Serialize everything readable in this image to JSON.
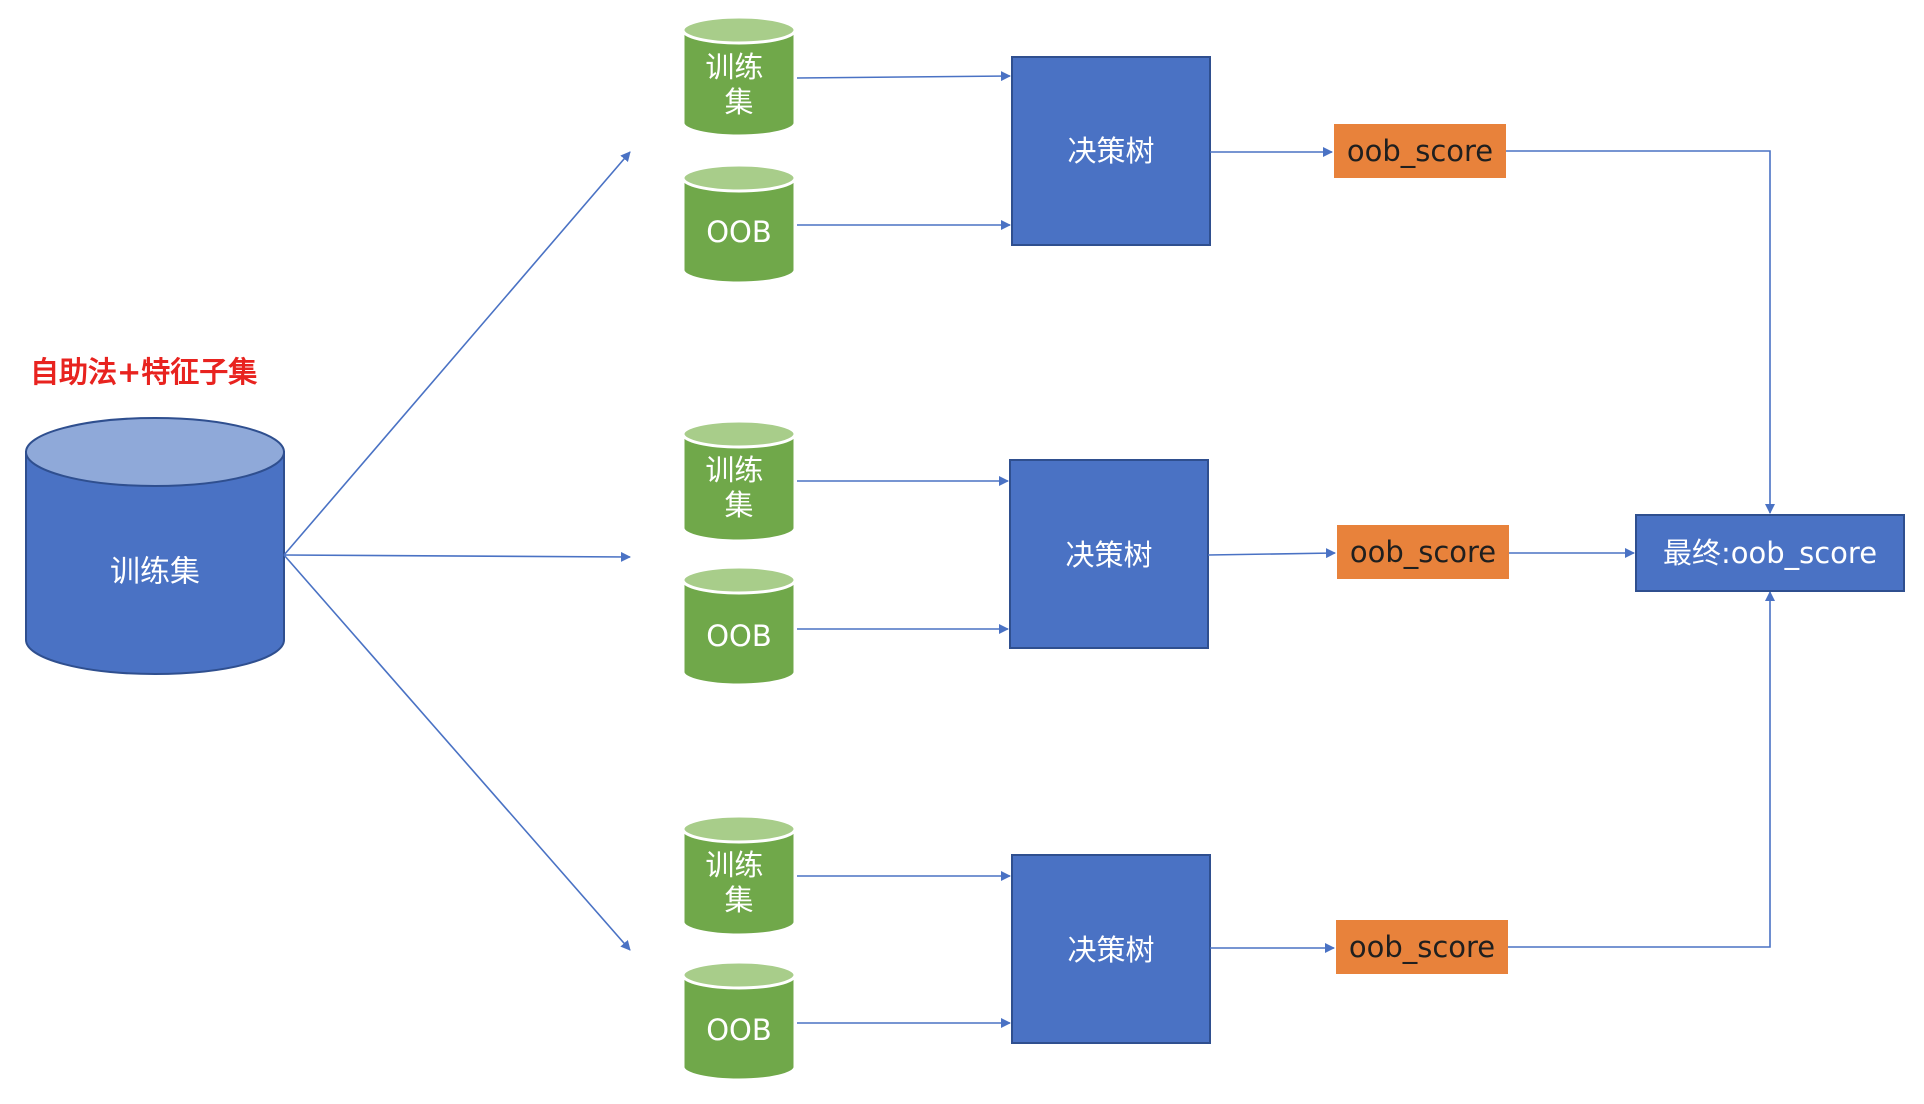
{
  "title": "自助法+特征子集",
  "source": {
    "label": "训练集"
  },
  "groups": [
    {
      "train_label": "训练\n集",
      "oob_label": "OOB",
      "tree_label": "决策树",
      "score_label": "oob_score"
    },
    {
      "train_label": "训练\n集",
      "oob_label": "OOB",
      "tree_label": "决策树",
      "score_label": "oob_score"
    },
    {
      "train_label": "训练\n集",
      "oob_label": "OOB",
      "tree_label": "决策树",
      "score_label": "oob_score"
    }
  ],
  "final": {
    "label": "最终:oob_score"
  },
  "colors": {
    "title": "#e8231f",
    "source_fill": "#4a72c4",
    "source_top": "#8fa9d9",
    "db_fill": "#70a84a",
    "db_top": "#a8cd8a",
    "tree_fill": "#4a72c4",
    "score_fill": "#e8823b",
    "final_fill": "#4a72c4",
    "line": "#4a72c4"
  }
}
